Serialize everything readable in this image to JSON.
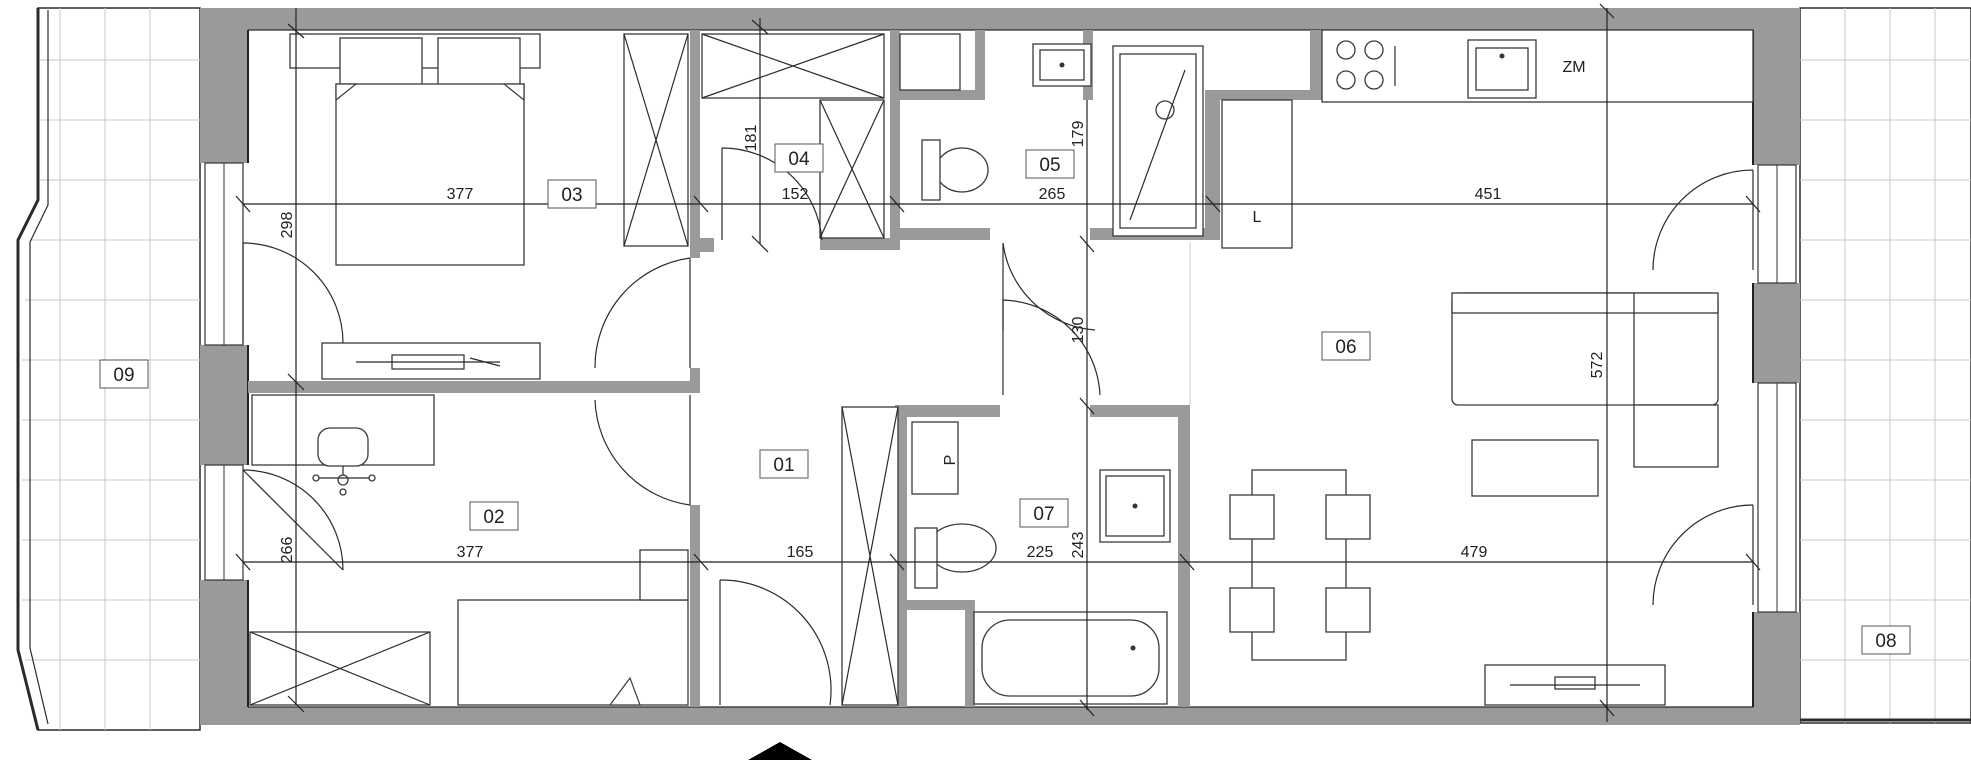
{
  "rooms": {
    "r01": "01",
    "r02": "02",
    "r03": "03",
    "r04": "04",
    "r05": "05",
    "r06": "06",
    "r07": "07",
    "r08": "08",
    "r09": "09"
  },
  "dimensions": {
    "d377_top": "377",
    "d152": "152",
    "d265": "265",
    "d451": "451",
    "d298": "298",
    "d181": "181",
    "d179": "179",
    "d130": "130",
    "d572": "572",
    "d377_bottom": "377",
    "d165": "165",
    "d225": "225",
    "d479": "479",
    "d266": "266",
    "d243": "243"
  },
  "fixtures": {
    "zm": "ZM",
    "l": "L",
    "p": "P"
  }
}
